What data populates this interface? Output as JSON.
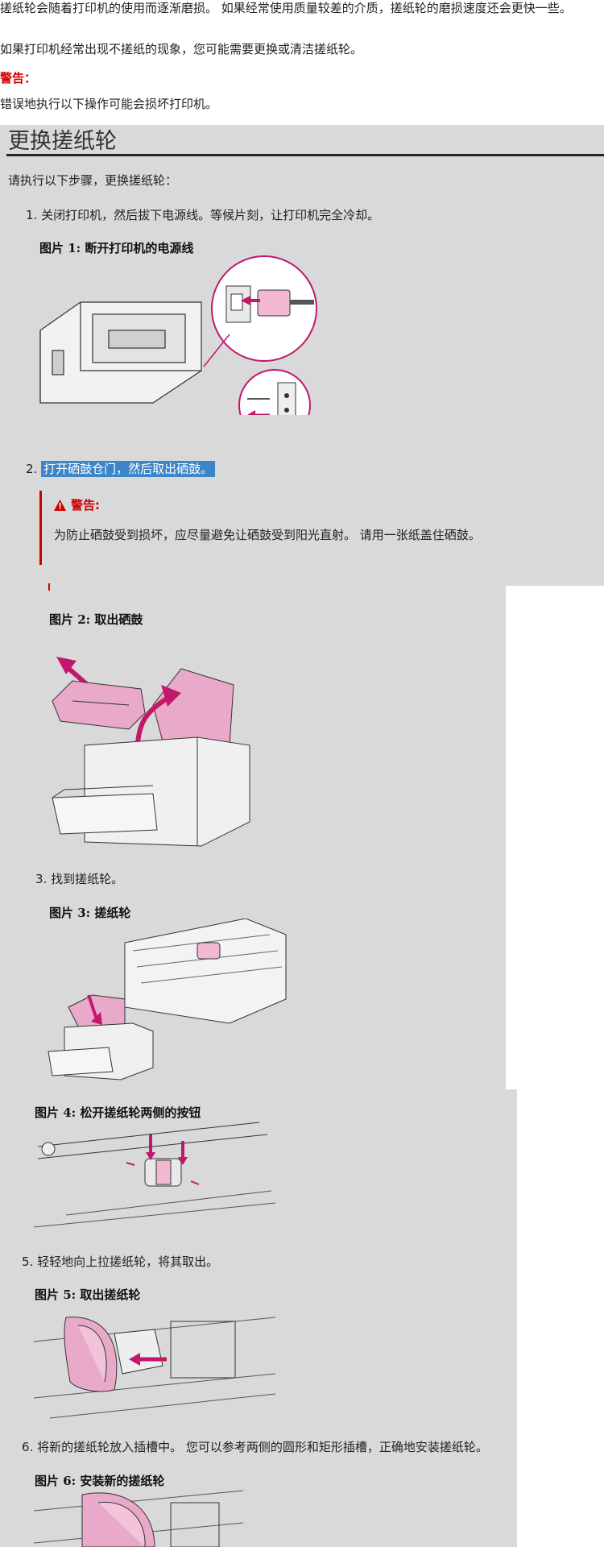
{
  "intro": {
    "para1": "搓纸轮会随着打印机的使用而逐渐磨损。 如果经常使用质量较差的介质，搓纸轮的磨损速度还会更快一些。",
    "para2": "如果打印机经常出现不搓纸的现象，您可能需要更换或清洁搓纸轮。",
    "warning_label": "警告：",
    "warning_text": "错误地执行以下操作可能会损坏打印机。"
  },
  "section": {
    "title": "更换搓纸轮",
    "lead": "请执行以下步骤，更换搓纸轮："
  },
  "steps": [
    {
      "num": "1.",
      "text": "关闭打印机，然后拔下电源线。等候片刻，让打印机完全冷却。"
    },
    {
      "num": "2.",
      "text": "打开硒鼓仓门，然后取出硒鼓。"
    },
    {
      "num": "3.",
      "text": "找到搓纸轮。"
    },
    {
      "num": "5.",
      "text": "轻轻地向上拉搓纸轮，将其取出。"
    },
    {
      "num": "6.",
      "text": "将新的搓纸轮放入插槽中。 您可以参考两侧的圆形和矩形插槽，正确地安装搓纸轮。"
    }
  ],
  "figures": [
    {
      "caption": "图片 1: 断开打印机的电源线"
    },
    {
      "caption": "图片 2: 取出硒鼓"
    },
    {
      "caption": "图片 3: 搓纸轮"
    },
    {
      "caption": "图片 4: 松开搓纸轮两侧的按钮"
    },
    {
      "caption": "图片 5: 取出搓纸轮"
    },
    {
      "caption": "图片 6: 安装新的搓纸轮"
    }
  ],
  "warning_box": {
    "label": "警告:",
    "text": "为防止硒鼓受到损坏，应尽量避免让硒鼓受到阳光直射。 请用一张纸盖住硒鼓。"
  },
  "colors": {
    "accent_magenta": "#c2186b",
    "warning_red": "#cc0000",
    "selection_blue": "#3b86c8",
    "panel_gray": "#d9d9d9"
  }
}
